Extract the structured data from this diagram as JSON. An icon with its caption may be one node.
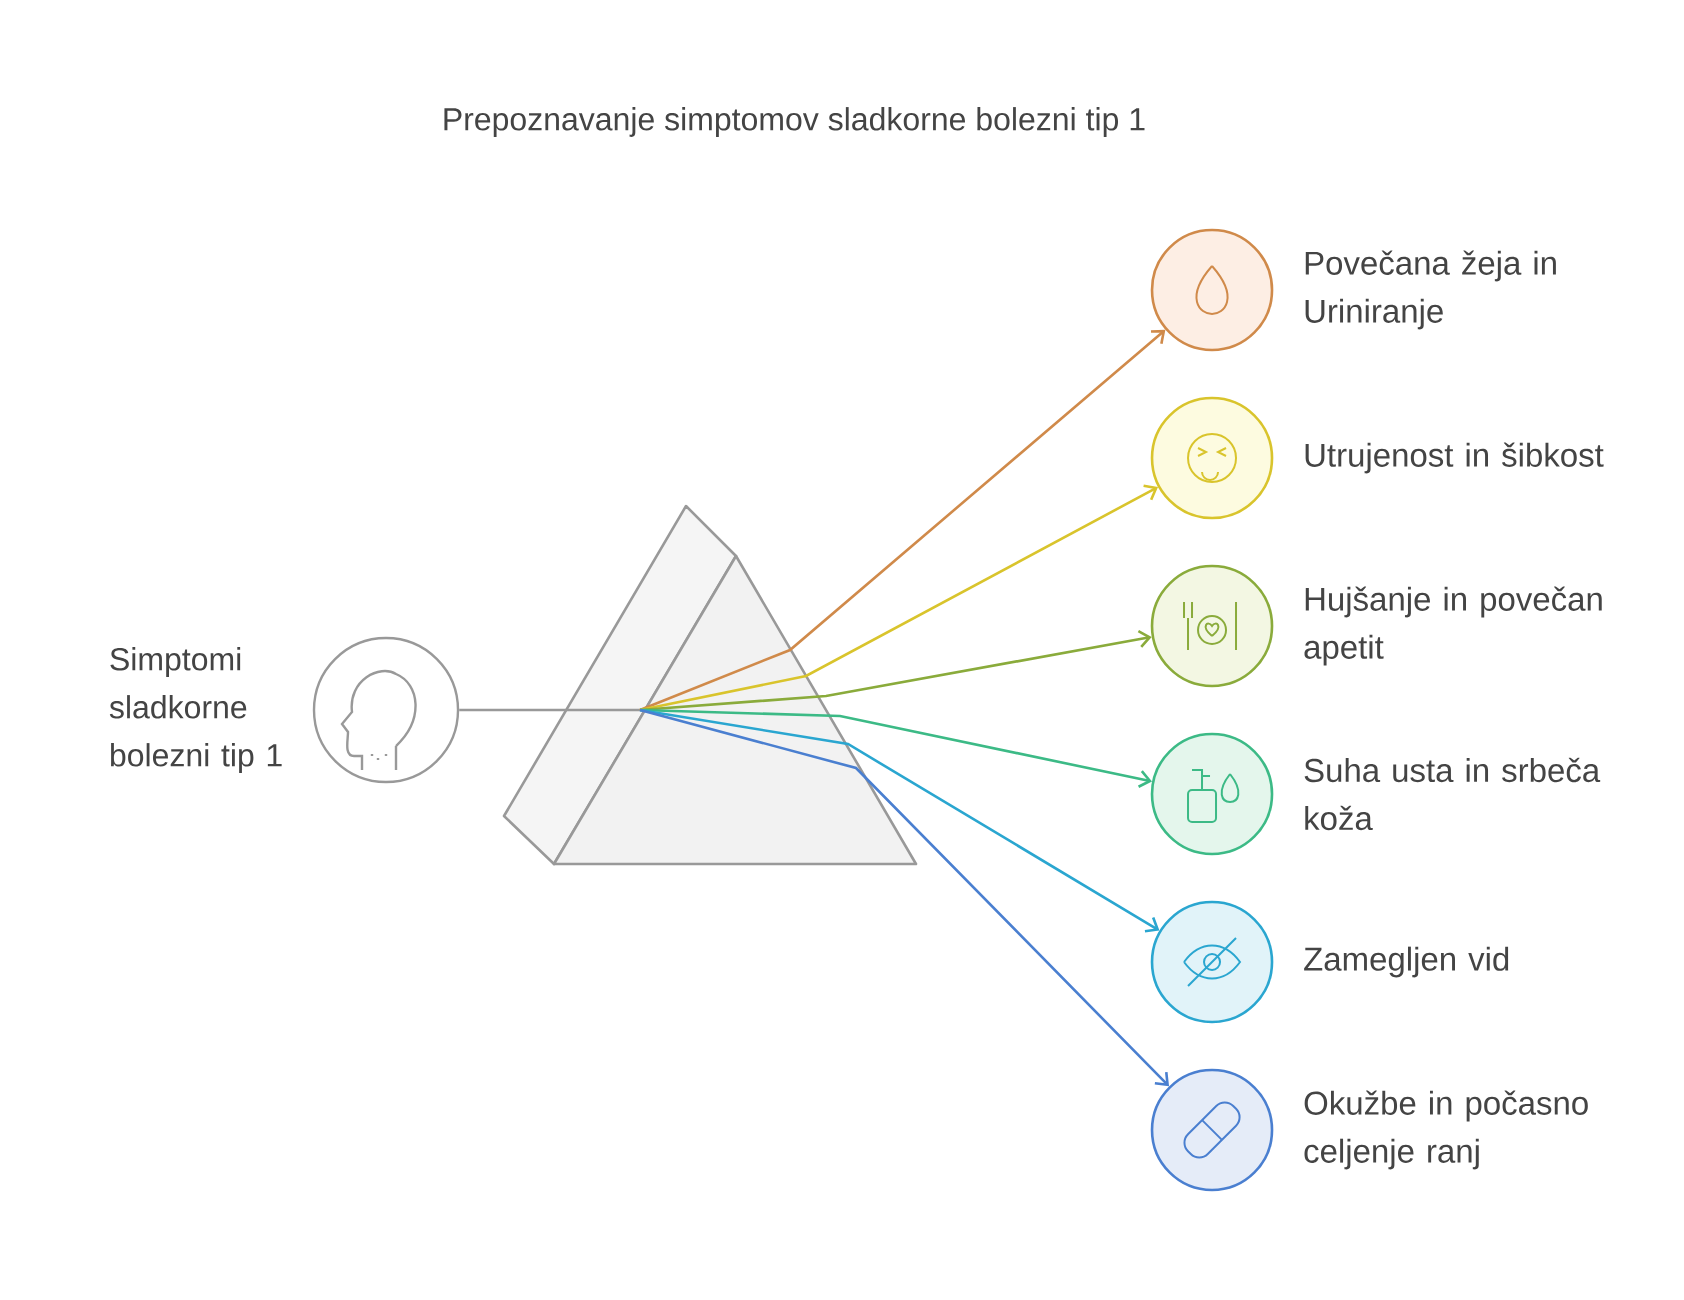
{
  "diagram": {
    "title": "Prepoznavanje simptomov sladkorne bolezni tip 1",
    "nodes": [
      {
        "text": [
          "Simptomi sladkorne bolezni tip 1"
        ]
      },
      {
        "text": [],
        "shape": "picture"
      },
      {
        "text": [
          "Povečana žeja in Uriniranje"
        ]
      },
      {
        "text": [
          "Utrujenost in šibkost"
        ]
      },
      {
        "text": [
          "Hujšanje in povečan apetit"
        ]
      },
      {
        "text": [
          "Suha usta in srbeča koža"
        ]
      },
      {
        "text": [
          "Zamegljen vid"
        ]
      },
      {
        "text": [
          "Okužbe in počasno celjenje ranj"
        ]
      }
    ],
    "edges": [
      {
        "from": 0,
        "to": 1,
        "arrow": "none"
      },
      {
        "from": 1,
        "to": 2,
        "arrow": "to",
        "color": "#d08a4a"
      },
      {
        "from": 1,
        "to": 3,
        "arrow": "to",
        "color": "#d9c42c"
      },
      {
        "from": 1,
        "to": 4,
        "arrow": "to",
        "color": "#8aab3b"
      },
      {
        "from": 1,
        "to": 5,
        "arrow": "to",
        "color": "#3cba86"
      },
      {
        "from": 1,
        "to": 6,
        "arrow": "to",
        "color": "#2aa6d0"
      },
      {
        "from": 1,
        "to": 7,
        "arrow": "to",
        "color": "#4a7fd0"
      }
    ]
  }
}
